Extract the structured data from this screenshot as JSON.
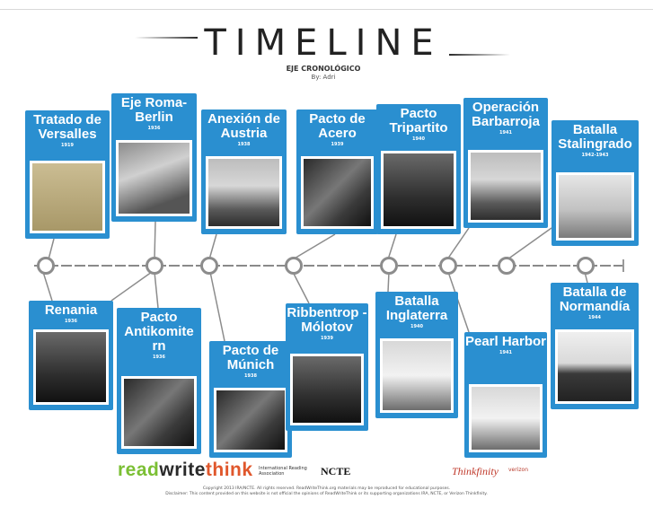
{
  "header": {
    "title": "TIMELINE",
    "subtitle": "EJE CRONOLÓGICO",
    "byline": "By: Adri"
  },
  "events_top": [
    {
      "title": "Tratado de Versalles",
      "year": "1919"
    },
    {
      "title": "Eje Roma-Berlin",
      "year": "1936"
    },
    {
      "title": "Anexión de Austria",
      "year": "1938"
    },
    {
      "title": "Pacto de Acero",
      "year": "1939"
    },
    {
      "title": "Pacto Tripartito",
      "year": "1940"
    },
    {
      "title": "Operación Barbarroja",
      "year": "1941"
    },
    {
      "title": "Batalla Stalingrado",
      "year": "1942-1943"
    }
  ],
  "events_bottom": [
    {
      "title": "Renania",
      "year": "1936"
    },
    {
      "title": "Pacto Antikomite rn",
      "year": "1936"
    },
    {
      "title": "Pacto de Múnich",
      "year": "1938"
    },
    {
      "title": "Ribbentrop -Mólotov",
      "year": "1939"
    },
    {
      "title": "Batalla Inglaterra",
      "year": "1940"
    },
    {
      "title": "Pearl Harbor",
      "year": "1941"
    },
    {
      "title": "Batalla de Normandía",
      "year": "1944"
    }
  ],
  "footer": {
    "brand_read": "read",
    "brand_write": "write",
    "brand_think": "think",
    "ira": "International Reading Association",
    "ncte": "NCTE",
    "thinkfinity": "Thinkfinity",
    "verizon": "verizon",
    "copyright": "Copyright 2013 IRA/NCTE. All rights reserved. ReadWriteThink.org materials may be reproduced for educational purposes.",
    "disclaimer": "Disclaimer: This content provided on this website is not official the opinions of ReadWriteThink or its supporting organizations IRA, NCTE, or Verizon Thinkfinity."
  },
  "colors": {
    "card": "#2a8fd0",
    "axis": "#8a8a8a"
  }
}
